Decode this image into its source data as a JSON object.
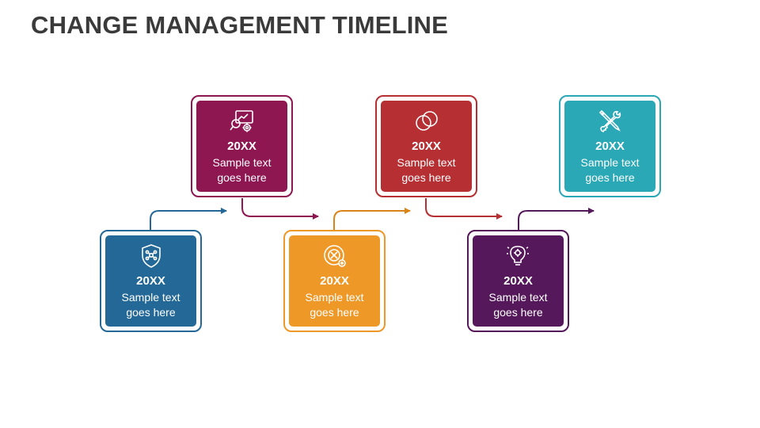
{
  "title": "CHANGE MANAGEMENT TIMELINE",
  "steps": [
    {
      "year": "20XX",
      "text": "Sample text goes here",
      "icon": "shield-network-icon",
      "color": "#236896"
    },
    {
      "year": "20XX",
      "text": "Sample text goes here",
      "icon": "analytics-gear-icon",
      "color": "#8e1651"
    },
    {
      "year": "20XX",
      "text": "Sample text goes here",
      "icon": "target-cross-icon",
      "color": "#ee9828"
    },
    {
      "year": "20XX",
      "text": "Sample text goes here",
      "icon": "linked-rings-icon",
      "color": "#b62f33"
    },
    {
      "year": "20XX",
      "text": "Sample text goes here",
      "icon": "lightbulb-gear-icon",
      "color": "#55185a"
    },
    {
      "year": "20XX",
      "text": "Sample text goes here",
      "icon": "tools-icon",
      "color": "#2aa8b6"
    }
  ]
}
